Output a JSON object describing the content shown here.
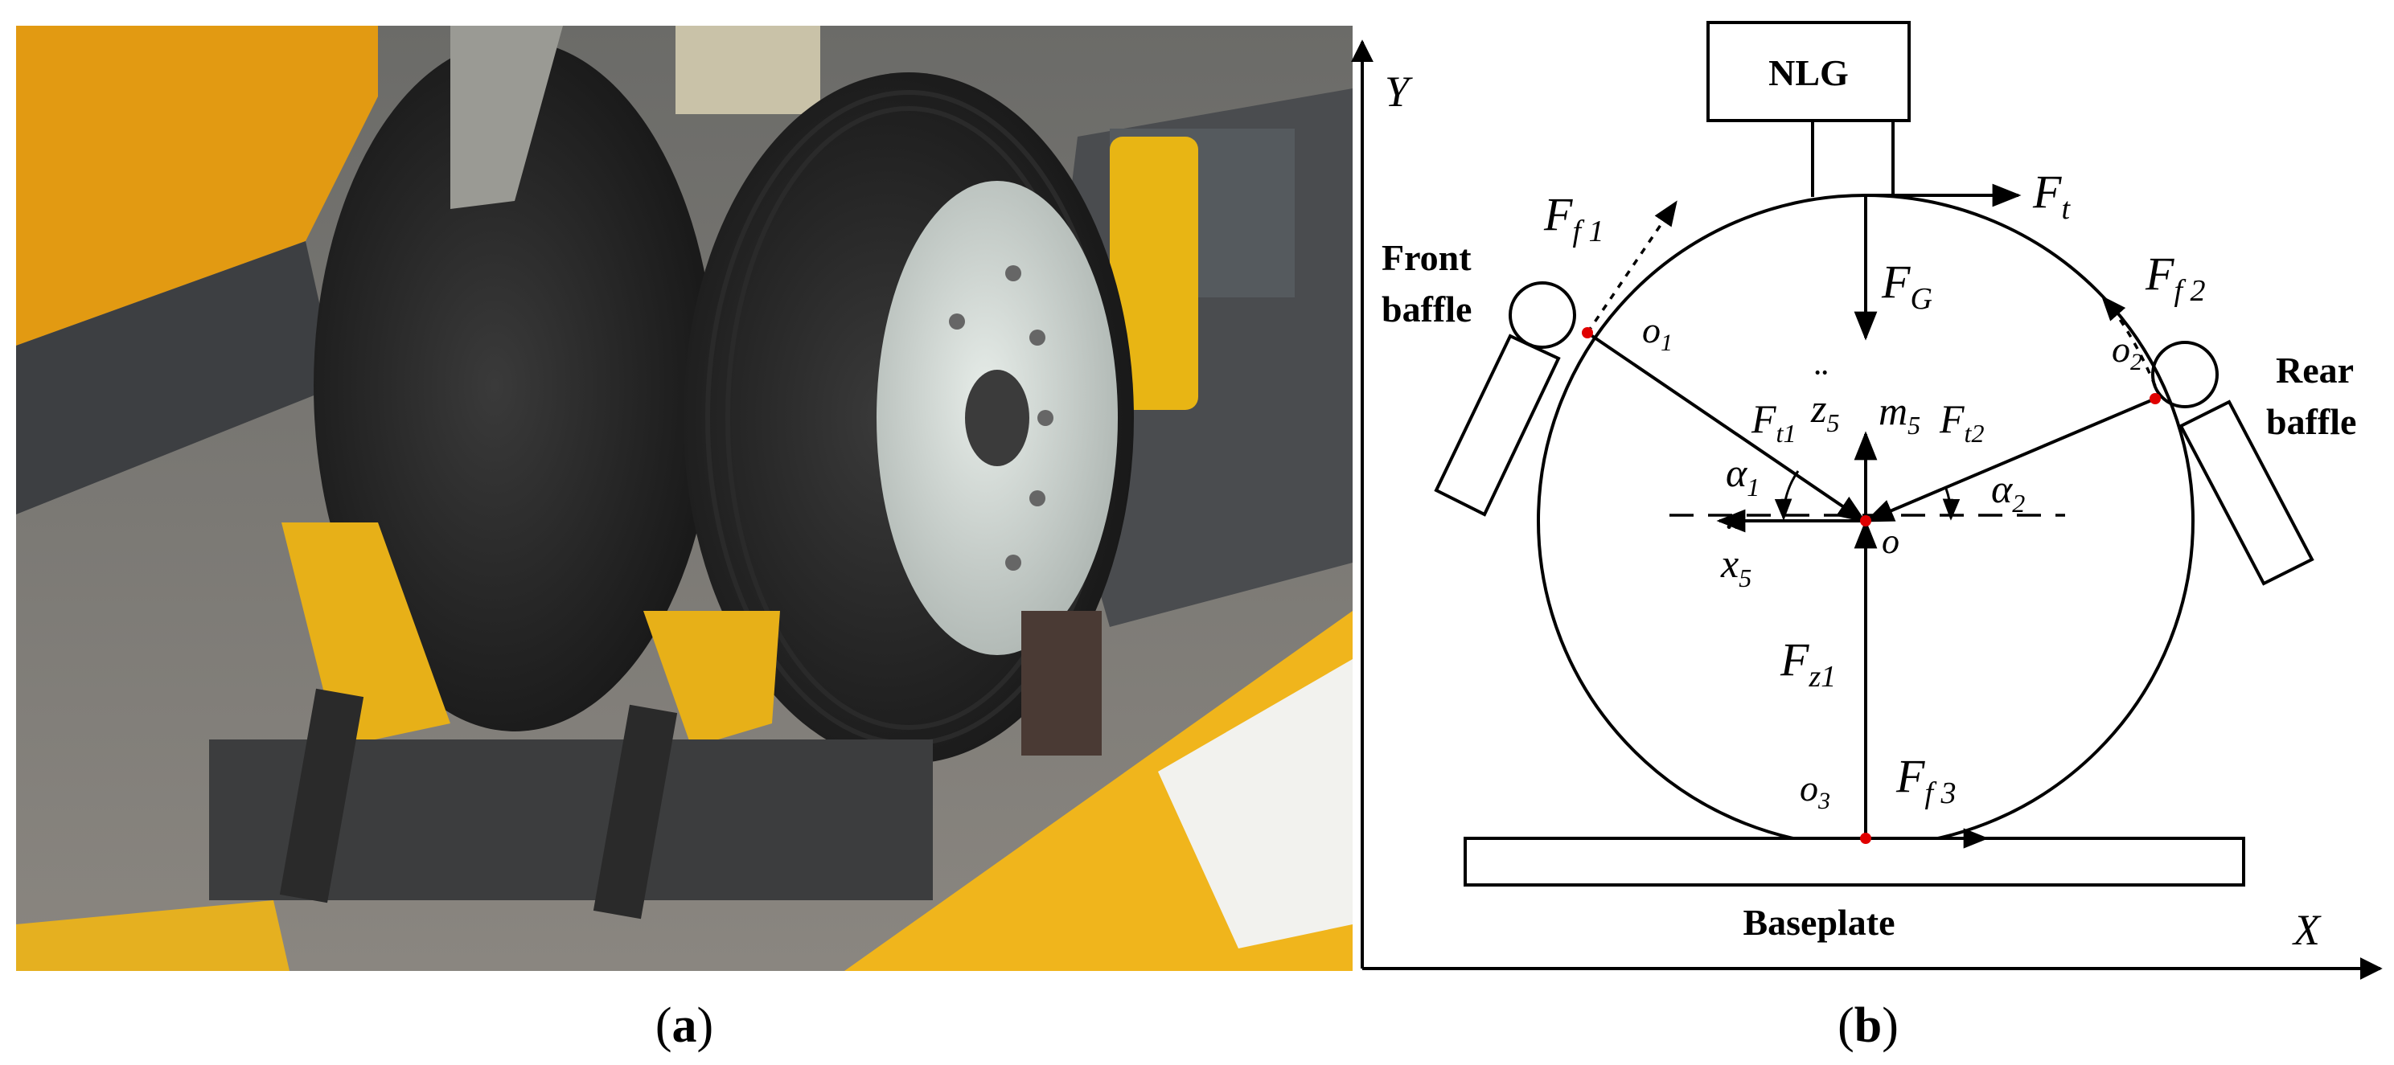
{
  "panel_a": {
    "caption": {
      "open": "(",
      "letter": "a",
      "close": ")"
    }
  },
  "panel_b": {
    "caption": {
      "open": "(",
      "letter": "b",
      "close": ")"
    },
    "axes": {
      "y": "Y",
      "x": "X"
    },
    "nlg_box": "NLG",
    "baseplate": "Baseplate",
    "front_baffle": [
      "Front",
      "baffle"
    ],
    "rear_baffle": [
      "Rear",
      "baffle"
    ],
    "forces": {
      "Ft": {
        "base": "F",
        "sub": "t"
      },
      "FG": {
        "base": "F",
        "sub": "G"
      },
      "Ff1": {
        "base": "F",
        "sub": "f 1"
      },
      "Ff2": {
        "base": "F",
        "sub": "f 2"
      },
      "Ff3": {
        "base": "F",
        "sub": "f 3"
      },
      "Ft1": {
        "base": "F",
        "sub": "t1"
      },
      "Ft2": {
        "base": "F",
        "sub": "t2"
      },
      "Fz1": {
        "base": "F",
        "sub": "z1"
      }
    },
    "points": {
      "o": {
        "base": "o",
        "sub": ""
      },
      "o1": {
        "base": "o",
        "sub": "1"
      },
      "o2": {
        "base": "o",
        "sub": "2"
      },
      "o3": {
        "base": "o",
        "sub": "3"
      }
    },
    "angles": {
      "a1": {
        "base": "α",
        "sub": "1"
      },
      "a2": {
        "base": "α",
        "sub": "2"
      }
    },
    "motion": {
      "z5": {
        "base": "z",
        "sub": "5",
        "accent": "¨"
      },
      "x5": {
        "base": "x",
        "sub": "5",
        "accent": "¨"
      },
      "m5": {
        "base": "m",
        "sub": "5"
      }
    },
    "colors": {
      "contact_point": "#e00000",
      "line": "#000000"
    }
  }
}
